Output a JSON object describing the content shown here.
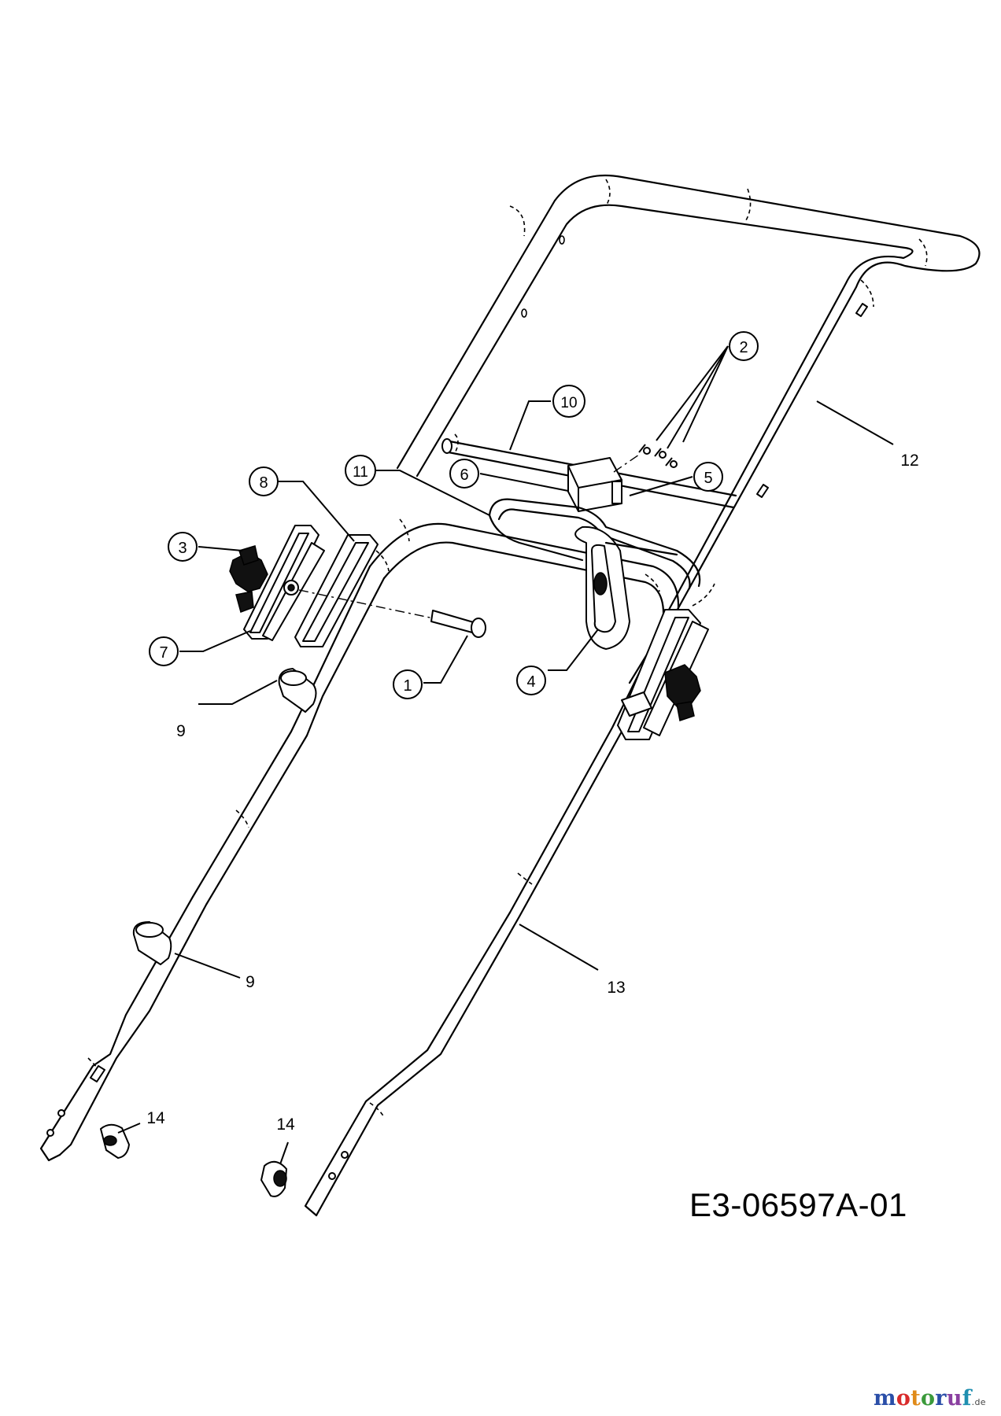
{
  "drawing": {
    "code": "E3-06597A-01"
  },
  "callouts": {
    "c1": "1",
    "c2": "2",
    "c3": "3",
    "c4": "4",
    "c5": "5",
    "c6": "6",
    "c7": "7",
    "c8": "8",
    "c9a": "9",
    "c9b": "9",
    "c10": "10",
    "c11": "11",
    "c12": "12",
    "c13": "13",
    "c14a": "14",
    "c14b": "14"
  },
  "watermark": {
    "m": "m",
    "o1": "o",
    "t": "t",
    "o2": "o",
    "r": "r",
    "u": "u",
    "f": "f",
    "tld": ".de"
  }
}
